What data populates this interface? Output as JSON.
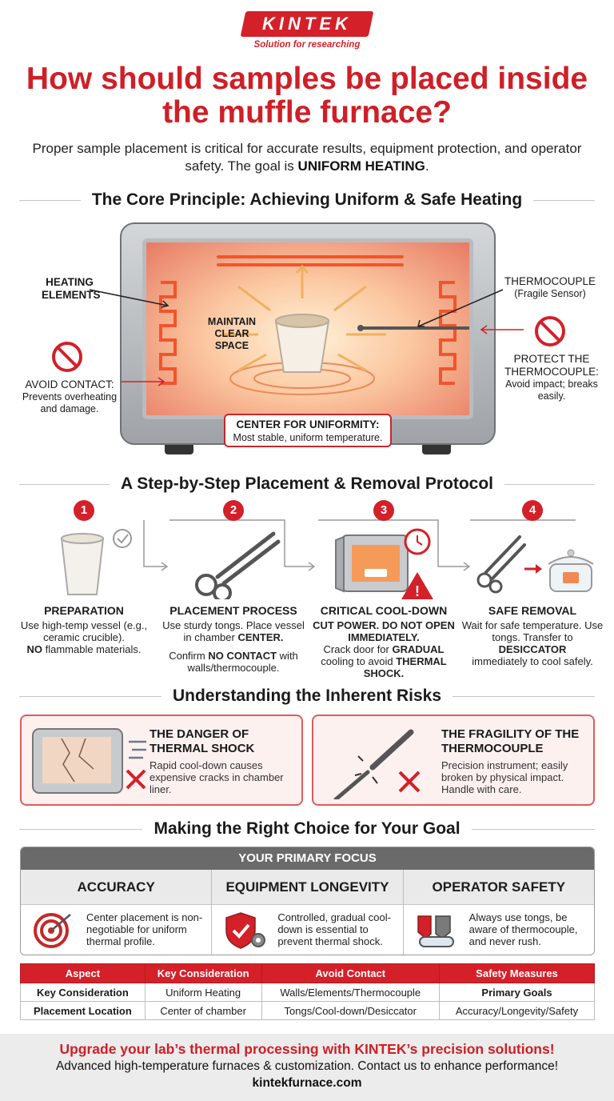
{
  "brand": {
    "name": "KINTEK",
    "tagline": "Solution for researching",
    "color": "#d42129"
  },
  "title": "How should samples be placed inside the muffle furnace?",
  "intro": {
    "text": "Proper sample placement is critical for accurate results, equipment protection, and operator safety. The goal is",
    "emphasis": "UNIFORM HEATING",
    "end": "."
  },
  "core": {
    "heading": "The Core Principle: Achieving Uniform & Safe Heating",
    "heating_elements": "HEATING ELEMENTS",
    "maintain_space": "MAINTAIN CLEAR SPACE",
    "avoid_contact_title": "AVOID CONTACT:",
    "avoid_contact_text": "Prevents overheating and damage.",
    "thermocouple_title": "THERMOCOUPLE",
    "thermocouple_sub": "(Fragile Sensor)",
    "protect_title": "PROTECT THE THERMOCOUPLE:",
    "protect_text": "Avoid impact; breaks easily.",
    "center_title": "CENTER FOR UNIFORMITY:",
    "center_text": "Most stable, uniform temperature."
  },
  "protocol": {
    "heading": "A Step-by-Step Placement & Removal Protocol",
    "steps": [
      {
        "num": "1",
        "title": "PREPARATION",
        "text_a": "Use high-temp vessel (e.g., ceramic crucible).",
        "text_b_bold": "NO",
        "text_b": "flammable materials."
      },
      {
        "num": "2",
        "title": "PLACEMENT PROCESS",
        "text_a": "Use sturdy tongs. Place vessel in chamber",
        "text_a_bold": "CENTER.",
        "text_b": "Confirm",
        "text_b_bold": "NO CONTACT",
        "text_c": "with walls/thermocouple."
      },
      {
        "num": "3",
        "title": "CRITICAL COOL-DOWN",
        "text_a_bold": "CUT POWER. DO NOT OPEN IMMEDIATELY.",
        "text_b": "Crack door for",
        "text_b_bold": "GRADUAL",
        "text_c": "cooling to avoid",
        "text_c_bold": "THERMAL SHOCK."
      },
      {
        "num": "4",
        "title": "SAFE REMOVAL",
        "text_a": "Wait for safe temperature. Use tongs. Transfer to",
        "text_a_bold": "DESICCATOR",
        "text_b": "immediately to cool safely."
      }
    ]
  },
  "risks": {
    "heading": "Understanding the Inherent Risks",
    "items": [
      {
        "title": "THE DANGER OF THERMAL SHOCK",
        "text": "Rapid cool-down causes expensive cracks in chamber liner."
      },
      {
        "title": "THE FRAGILITY OF THE THERMOCOUPLE",
        "text": "Precision instrument; easily broken by physical impact. Handle with care."
      }
    ]
  },
  "choice": {
    "heading": "Making the Right Choice for Your Goal",
    "focus_header": "YOUR PRIMARY FOCUS",
    "columns": [
      {
        "title": "ACCURACY",
        "text": "Center placement is non-negotiable for uniform thermal profile.",
        "icon": "target-icon"
      },
      {
        "title": "EQUIPMENT LONGEVITY",
        "text": "Controlled, gradual cool-down is essential to prevent thermal shock.",
        "icon": "shield-gear-icon"
      },
      {
        "title": "OPERATOR SAFETY",
        "text": "Always use tongs, be aware of thermocouple, and never rush.",
        "icon": "gloves-goggles-icon"
      }
    ]
  },
  "summary_table": {
    "headers": [
      "Aspect",
      "Key Consideration",
      "Avoid Contact",
      "Safety Measures"
    ],
    "rows": [
      [
        "Key Consideration",
        "Uniform Heating",
        "Walls/Elements/Thermocouple",
        "Primary Goals"
      ],
      [
        "Placement Location",
        "Center of chamber",
        "Tongs/Cool-down/Desiccator",
        "Accuracy/Longevity/Safety"
      ]
    ]
  },
  "footer": {
    "cta": "Upgrade your lab’s thermal processing with KINTEK’s precision solutions!",
    "desc": "Advanced high-temperature furnaces & customization. Contact us to enhance performance!",
    "url": "kintekfurnace.com"
  }
}
